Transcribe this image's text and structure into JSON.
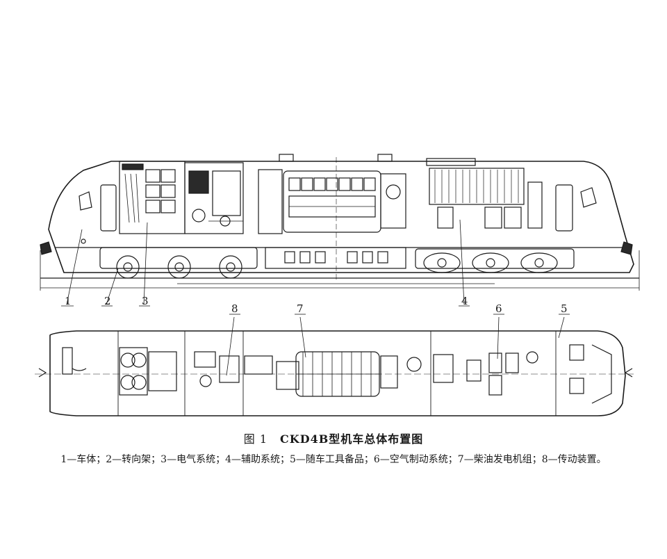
{
  "figure": {
    "number": "图 1",
    "model_title": "CKD4B型机车总体布置图"
  },
  "legend_text": "1—车体；2—转向架；3—电气系统；4—辅助系统；5—随车工具备品；6—空气制动系统；7—柴油发电机组；8—传动装置。",
  "callouts": {
    "side_view": [
      "1",
      "2",
      "3",
      "4"
    ],
    "plan_view": [
      "8",
      "7",
      "6",
      "5"
    ]
  },
  "colors": {
    "ink": "#1a1a1a",
    "paper": "#ffffff",
    "fill_dark": "#2a2a2a"
  }
}
